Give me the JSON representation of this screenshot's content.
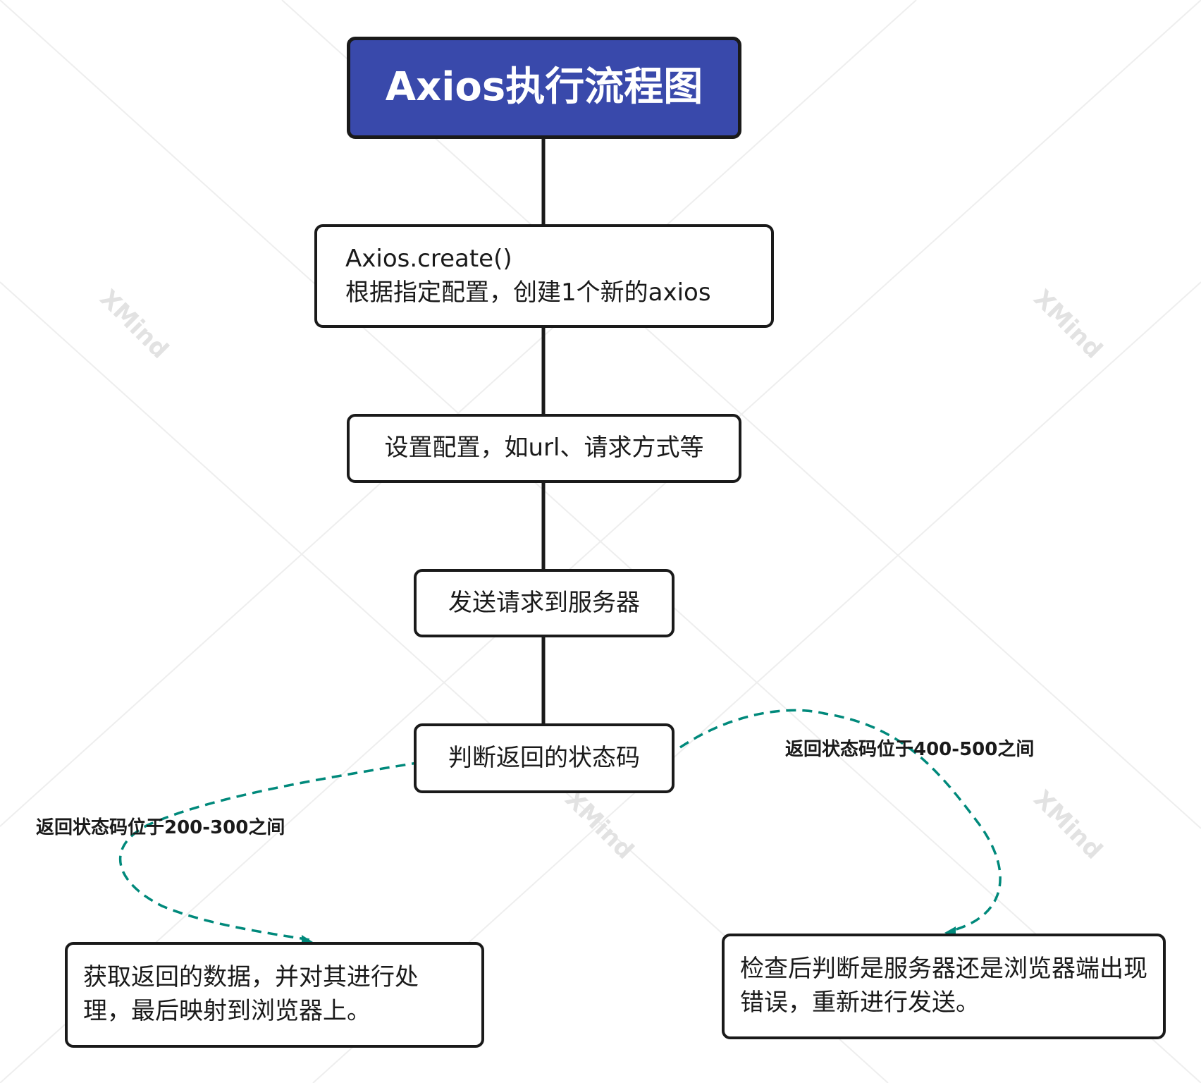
{
  "title": "Axios执行流程图",
  "nodes": {
    "create_line1": "Axios.create()",
    "create_line2": "根据指定配置，创建1个新的axios",
    "config": "设置配置，如url、请求方式等",
    "send": "发送请求到服务器",
    "judge": "判断返回的状态码",
    "ok": "获取返回的数据，并对其进行处理，最后映射到浏览器上。",
    "err": "检查后判断是服务器还是浏览器端出现错误，重新进行发送。"
  },
  "edges": {
    "ok_label": "返回状态码位于200-300之间",
    "err_label": "返回状态码位于400-500之间"
  },
  "watermark": "XMind",
  "colors": {
    "title_fill": "#3949ab",
    "dashed": "#00897b",
    "border": "#1a1a1a"
  }
}
